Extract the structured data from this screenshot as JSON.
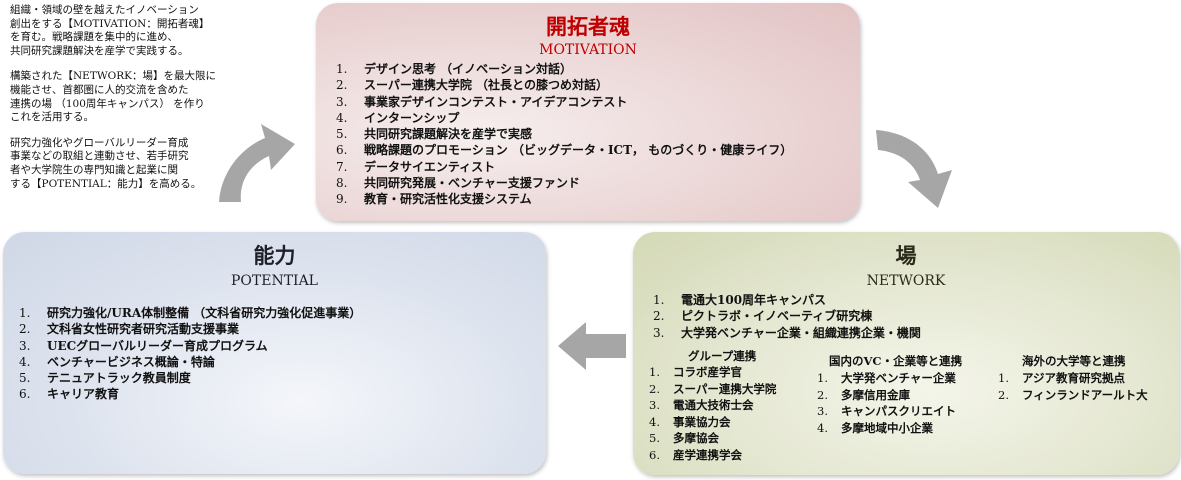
{
  "intro": {
    "paragraphs": [
      [
        "組織・領域の壁を越えたイノベーション",
        "創出をする【MOTIVATION：開拓者魂】",
        "を育む。戦略課題を集中的に進め、",
        "共同研究課題解決を産学で実践する。"
      ],
      [
        "構築された【NETWORK：場】を最大限に",
        "機能させ、首都圏に人的交流を含めた",
        "連携の場 （100周年キャンパス） を作り",
        "これを活用する。"
      ],
      [
        "研究力強化やグローバルリーダー育成",
        "事業などの取組と連動させ、若手研究",
        "者や大学院生の専門知識と起業に関",
        "する【POTENTIAL：能力】を高める。"
      ]
    ]
  },
  "motivation": {
    "title": "開拓者魂",
    "subtitle": "MOTIVATION",
    "items": [
      "デザイン思考 （イノベーション対話）",
      "スーパー連携大学院 （社長との膝つめ対話）",
      "事業家デザインコンテスト・アイデアコンテスト",
      "インターンシップ",
      "共同研究課題解決を産学で実感",
      "戦略課題のプロモーション （ビッグデータ・ICT， ものづくり・健康ライフ）",
      "データサイエンティスト",
      "共同研究発展・ベンチャー支援ファンド",
      "教育・研究活性化支援システム"
    ]
  },
  "potential": {
    "title": "能力",
    "subtitle": "POTENTIAL",
    "items": [
      "研究力強化/URA体制整備 （文科省研究力強化促進事業）",
      "文科省女性研究者研究活動支援事業",
      "UECグローバルリーダー育成プログラム",
      "ベンチャービジネス概論・特論",
      "テニュアトラック教員制度",
      "キャリア教育"
    ]
  },
  "network": {
    "title": "場",
    "subtitle": "NETWORK",
    "items": [
      "電通大100周年キャンパス",
      "ピクトラボ・イノベーティブ研究棟",
      "大学発ベンチャー企業・組織連携企業・機関"
    ],
    "groups": {
      "heading": "グループ連携",
      "items": [
        "コラボ産学官",
        "スーパー連携大学院",
        "電通大技術士会",
        "事業協力会",
        "多摩協会",
        "産学連携学会"
      ]
    },
    "domestic": {
      "heading": "国内のVC・企業等と連携",
      "items": [
        "大学発ベンチャー企業",
        "多摩信用金庫",
        "キャンパスクリエイト",
        "多摩地域中小企業"
      ]
    },
    "overseas": {
      "heading": "海外の大学等と連携",
      "items": [
        "アジア教育研究拠点",
        "フィンランドアールト大"
      ]
    }
  },
  "colors": {
    "accent_red": "#c00000",
    "arrow_gray": "#a6a6a6"
  }
}
